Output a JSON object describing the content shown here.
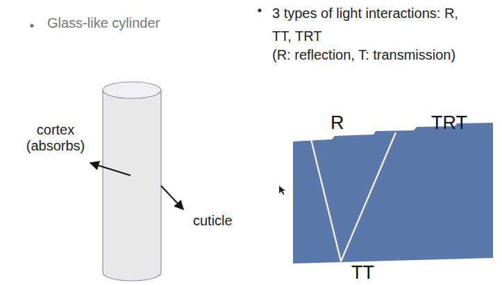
{
  "diagram": {
    "labels": [
      "Glass-like cylinder",
      "3 types of light interactions: R, TT, TRT",
      "(R: reflection, T: transmission)",
      "cortex (absorbs)",
      "cuticle",
      "R",
      "TRT",
      "TT"
    ]
  }
}
